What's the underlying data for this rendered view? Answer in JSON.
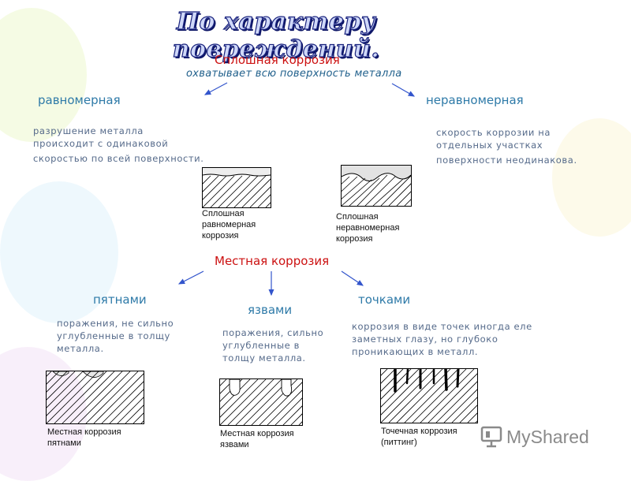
{
  "title": "По характеру повреждений.",
  "general": {
    "heading": "Сплошная коррозия",
    "subheading": "охватывает всю поверхность металла"
  },
  "uniform": {
    "label": "равномерная",
    "desc": [
      "разрушение металла",
      "происходит с одинаковой",
      "скоростью по всей поверхности."
    ],
    "caption": [
      "Сплошная",
      "равномерная",
      "коррозия"
    ]
  },
  "nonuniform": {
    "label": "неравномерная",
    "desc": [
      "скорость коррозии на",
      "отдельных участках",
      "поверхности неодинакова."
    ],
    "caption": [
      "Сплошная",
      "неравномерная",
      "коррозия"
    ]
  },
  "local": {
    "heading": "Местная коррозия"
  },
  "spots": {
    "label": "пятнами",
    "desc": [
      "поражения, не сильно",
      "углубленные в толщу",
      "металла."
    ],
    "caption": [
      "Местная коррозия",
      "пятнами"
    ]
  },
  "ulcers": {
    "label": "язвами",
    "desc": [
      "поражения, сильно",
      "углубленные в",
      "толщу металла."
    ],
    "caption": [
      "Местная коррозия",
      "язвами"
    ]
  },
  "points": {
    "label": "точками",
    "desc": [
      "коррозия в виде точек иногда еле",
      "заметных глазу, но глубоко",
      "проникающих в металл."
    ],
    "caption": [
      "Точечная коррозия",
      "(питтинг)"
    ]
  },
  "watermark": {
    "text": "MyShared",
    "icon": "presentation-board-icon"
  },
  "colors": {
    "red": "#cc1111",
    "blue": "#2e7aa8",
    "arrow": "#3355cc"
  }
}
